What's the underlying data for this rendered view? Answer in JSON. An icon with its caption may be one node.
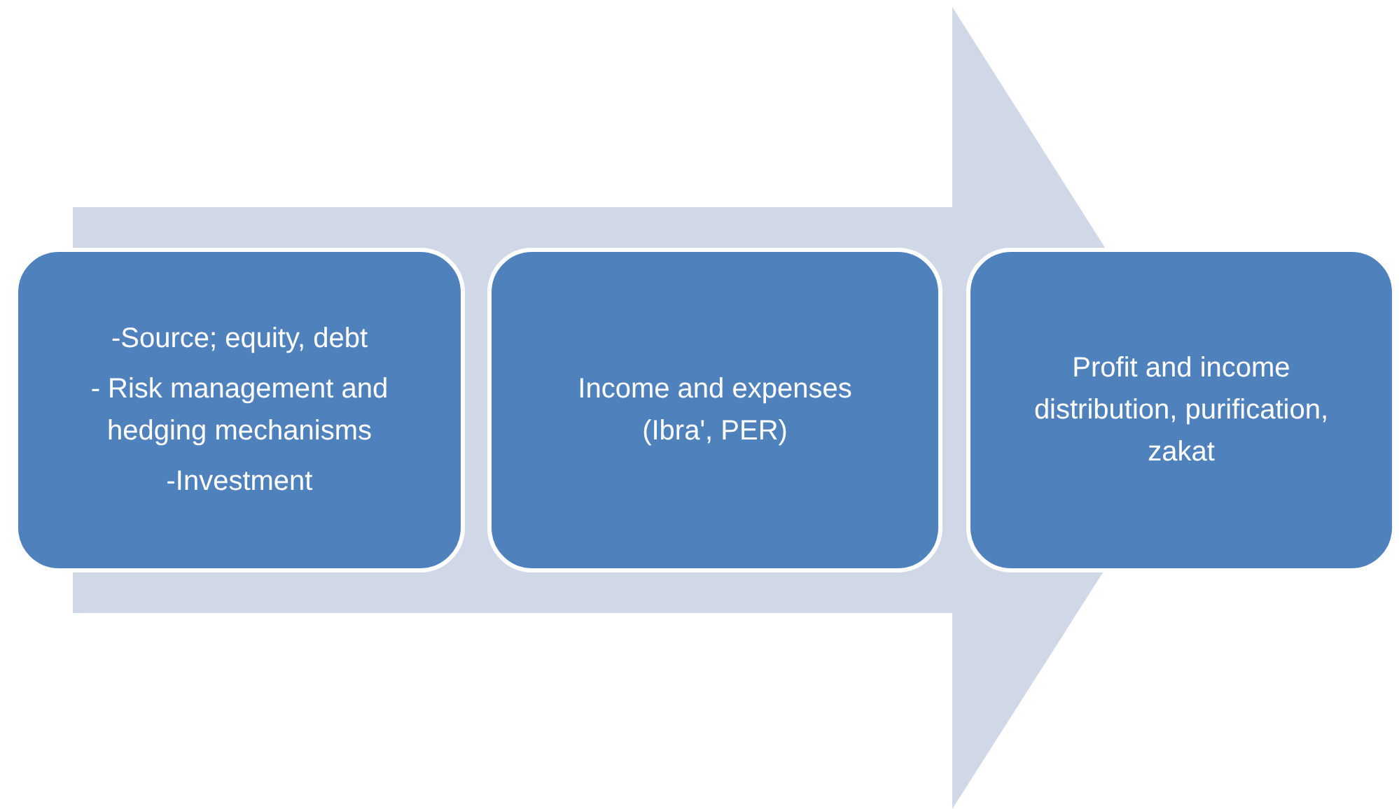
{
  "diagram": {
    "nodes": [
      {
        "text": [
          "-Source; equity, debt",
          "- Risk management and hedging mechanisms",
          "-Investment"
        ]
      },
      {
        "text": [
          "Income and expenses (Ibra', PER)"
        ]
      },
      {
        "text": [
          "Profit and income distribution, purification, zakat"
        ]
      }
    ],
    "edges": [
      {
        "from": 0,
        "to": 2,
        "arrow": "to"
      }
    ]
  }
}
